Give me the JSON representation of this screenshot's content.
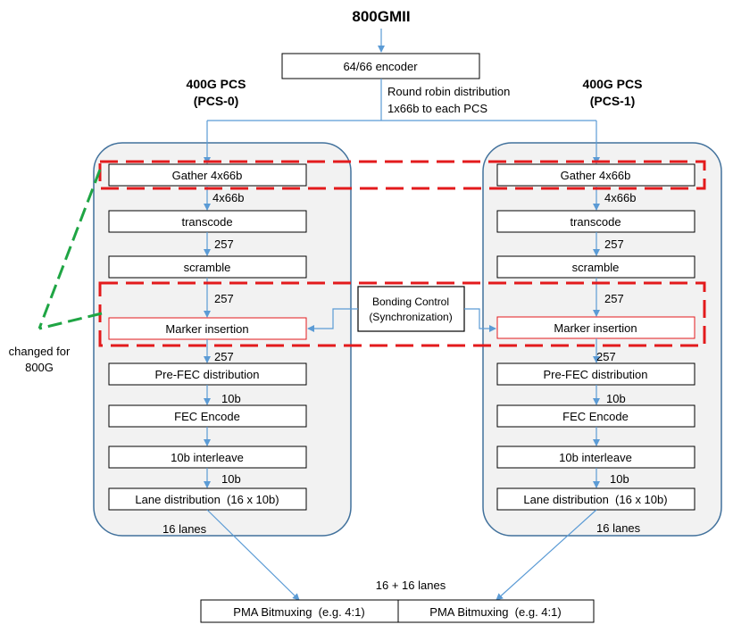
{
  "title": "800GMII",
  "encoder": "64/66 encoder",
  "distribution_note": [
    "Round robin distribution",
    "1x66b to each PCS"
  ],
  "pcs": [
    {
      "name": [
        "400G PCS",
        "(PCS-0)"
      ],
      "blocks": [
        "Gather 4x66b",
        "transcode",
        "scramble",
        "Marker insertion",
        "Pre-FEC distribution",
        "FEC Encode",
        "10b interleave",
        "Lane distribution  (16 x 10b)"
      ],
      "edge_labels": [
        "4x66b",
        "257",
        "257",
        "257",
        "10b",
        "",
        "10b"
      ],
      "lanes": "16 lanes"
    },
    {
      "name": [
        "400G PCS",
        "(PCS-1)"
      ],
      "blocks": [
        "Gather 4x66b",
        "transcode",
        "scramble",
        "Marker insertion",
        "Pre-FEC distribution",
        "FEC Encode",
        "10b interleave",
        "Lane distribution  (16 x 10b)"
      ],
      "edge_labels": [
        "4x66b",
        "257",
        "257",
        "257",
        "10b",
        "",
        "10b"
      ],
      "lanes": "16 lanes"
    }
  ],
  "bonding_control": [
    "Bonding Control",
    "(Synchronization)"
  ],
  "changed_note": [
    "changed for",
    "800G"
  ],
  "combined_lanes": "16 + 16 lanes",
  "pma": [
    "PMA Bitmuxing  (e.g. 4:1)",
    "PMA Bitmuxing  (e.g. 4:1)"
  ],
  "colors": {
    "arrow": "#5b9bd5",
    "panel_border": "#41719c",
    "panel_fill": "#f2f2f2",
    "highlight": "#e31a1c",
    "changed": "#1fa544"
  }
}
